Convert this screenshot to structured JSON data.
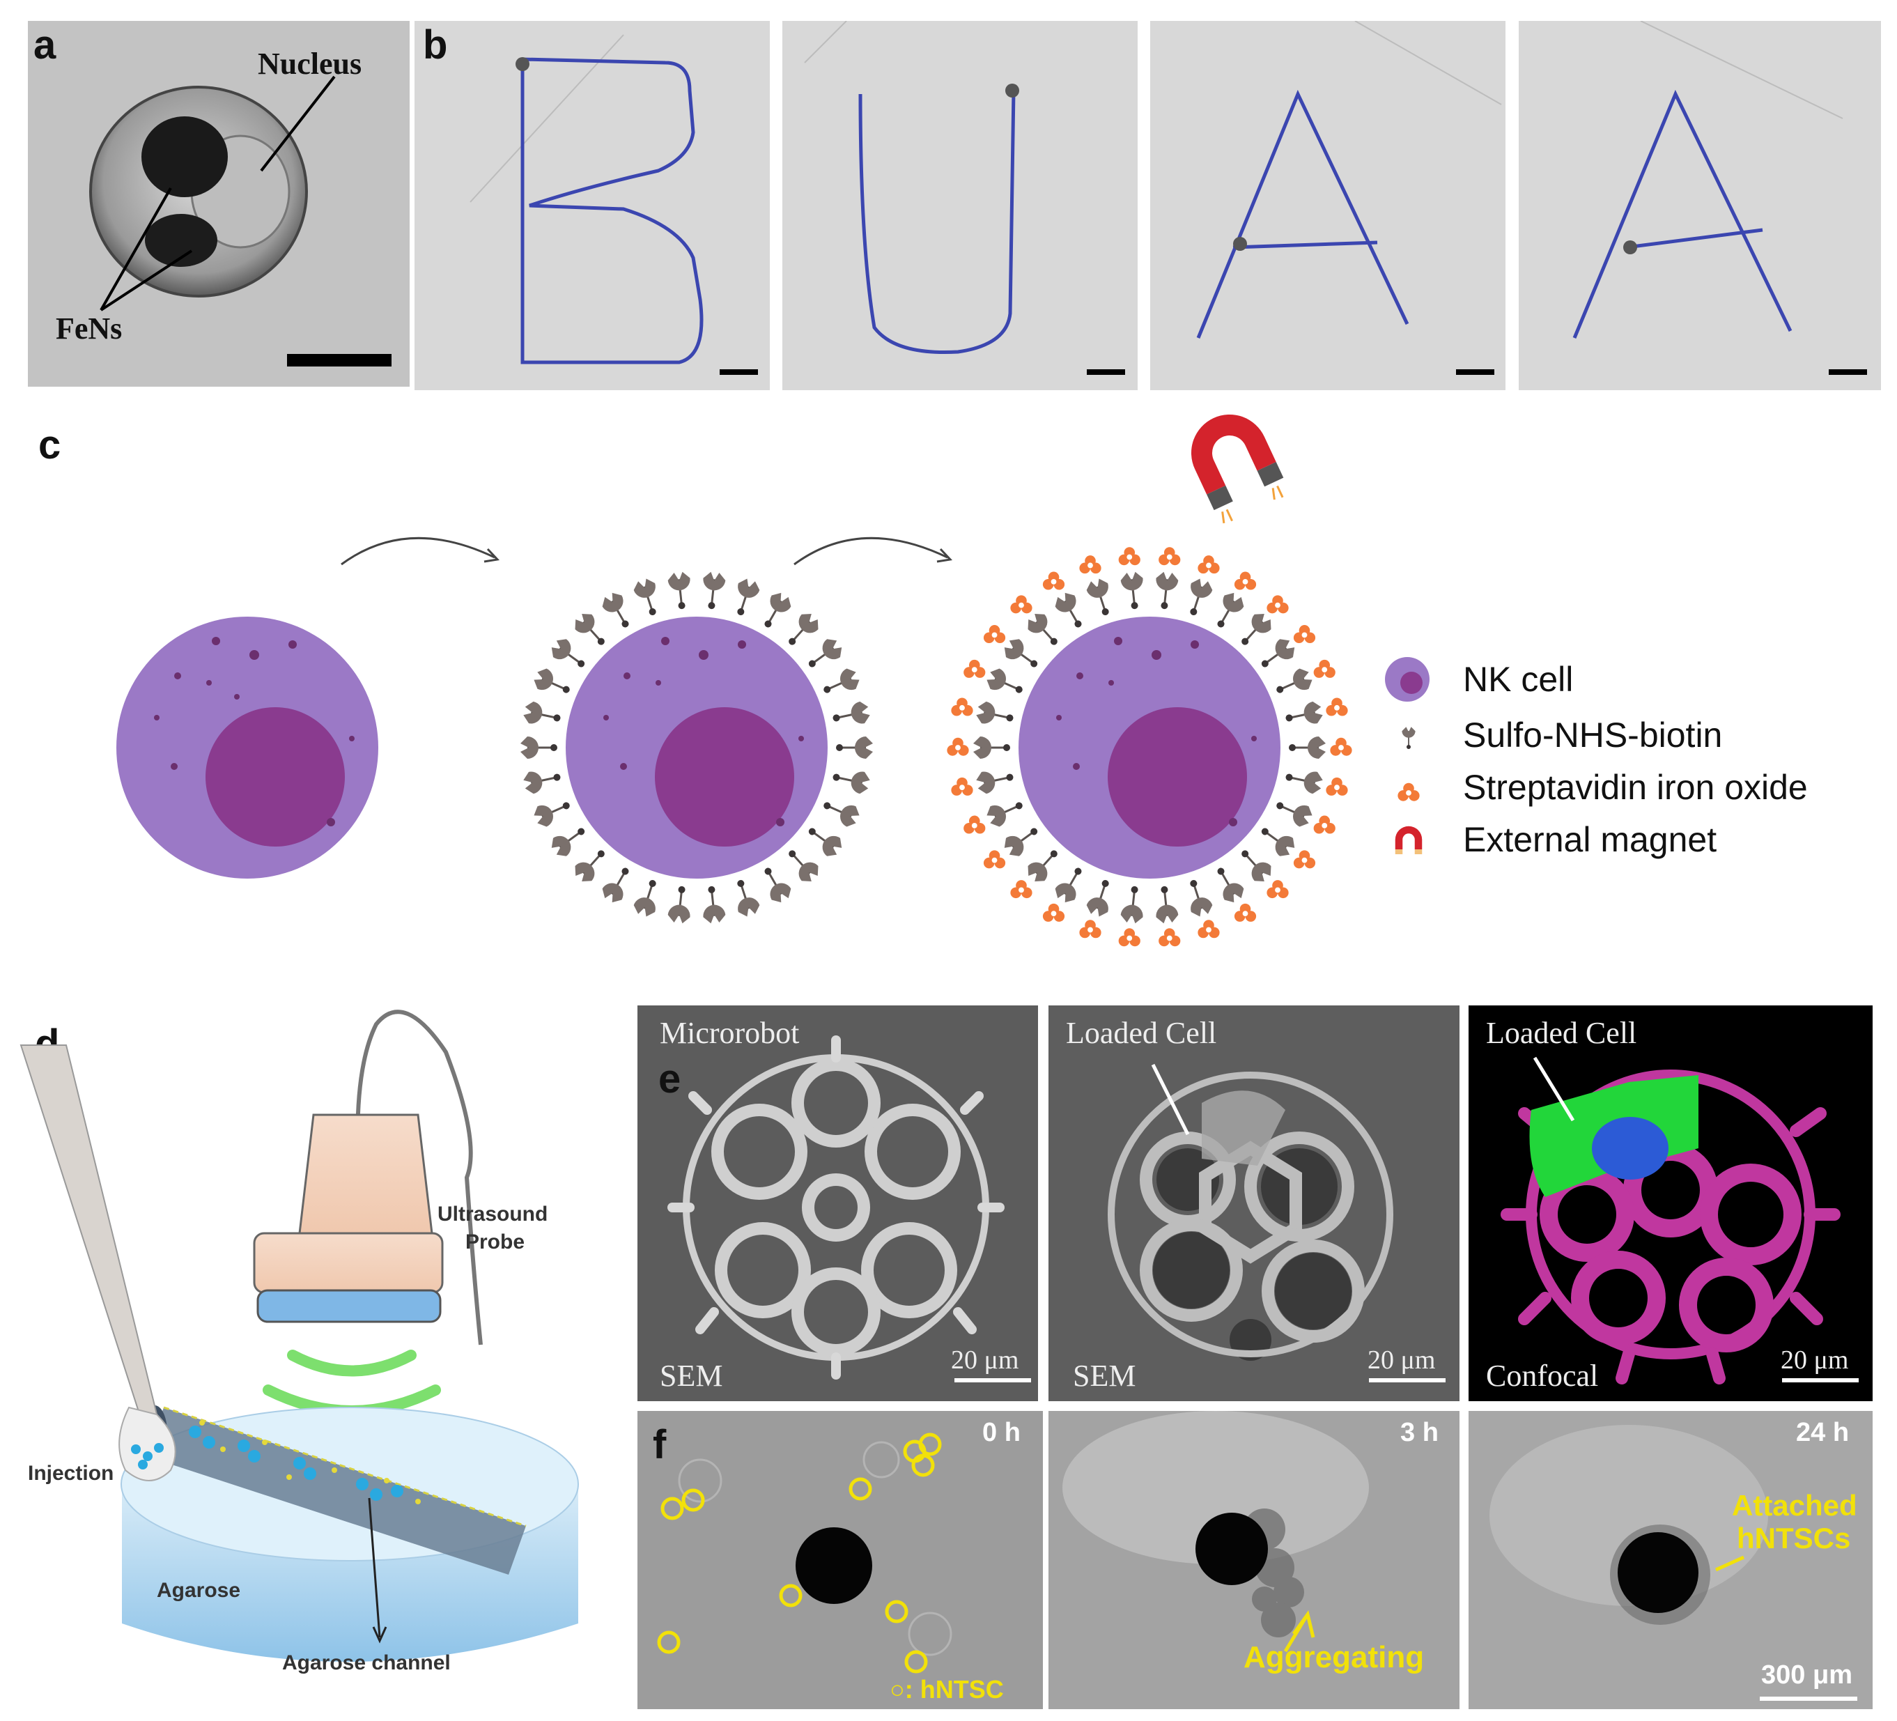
{
  "panels": {
    "a": {
      "label": "a",
      "nucleus": "Nucleus",
      "fens": "FeNs"
    },
    "b": {
      "label": "b",
      "letters": [
        "B",
        "U",
        "A",
        "A"
      ]
    },
    "c": {
      "label": "c",
      "legend": [
        {
          "text": "NK cell",
          "icon": "nk-cell-icon"
        },
        {
          "text": "Sulfo-NHS-biotin",
          "icon": "biotin-icon"
        },
        {
          "text": "Streptavidin iron oxide",
          "icon": "streptavidin-iron-oxide-icon"
        },
        {
          "text": "External magnet",
          "icon": "magnet-icon"
        }
      ]
    },
    "d": {
      "label": "d",
      "probe": [
        "Ultrasound",
        "Probe"
      ],
      "injection": "Injection",
      "agarose": "Agarose",
      "channel": "Agarose channel"
    },
    "e": {
      "label": "e",
      "tiles": [
        {
          "title": "Microrobot",
          "method": "SEM",
          "scale": "20 μm"
        },
        {
          "title": "Loaded Cell",
          "method": "SEM",
          "scale": "20 μm"
        },
        {
          "title": "Loaded Cell",
          "method": "Confocal",
          "scale": "20 μm"
        }
      ]
    },
    "f": {
      "label": "f",
      "tiles": [
        {
          "time": "0 h",
          "note": "○: hNTSC"
        },
        {
          "time": "3 h",
          "note": "Aggregating"
        },
        {
          "time": "24 h",
          "note": [
            "Attached",
            "hNTSCs"
          ],
          "scale": "300 μm"
        }
      ]
    }
  },
  "colors": {
    "cell": "#9b79c6",
    "nucleus": "#8a3b8f",
    "biotin": "#7a706c",
    "iron": "#f37a38",
    "magnet": "#d4232c",
    "trace": "#3b46b0",
    "label_yellow": "#f2e10a"
  }
}
